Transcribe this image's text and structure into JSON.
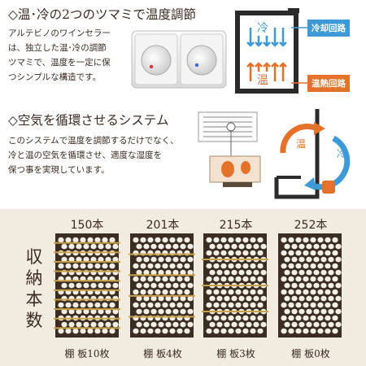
{
  "section1": {
    "heading": "◇温･冷の2つのツマミで温度調節",
    "body": [
      "アルテビノのワインセラー",
      "は、独立した温･冷の調節",
      "ツマミで、温度を一定に保",
      "つシンプルな構造です。"
    ],
    "diagram": {
      "cold_word": "冷",
      "warm_word": "温",
      "cold_label": "冷却回路",
      "warm_label": "温熱回路"
    }
  },
  "section2": {
    "heading": "◇空気を循環させるシステム",
    "body": [
      "このシステムで温度を調節するだけでなく、",
      "冷と温の空気を循環させ、適度な湿度を",
      "保つ事を実現しています。"
    ],
    "diagram": {
      "warm_word": "温",
      "cold_word": "冷"
    }
  },
  "capacity": {
    "side_label": [
      "収",
      "納",
      "本",
      "数"
    ],
    "racks": [
      {
        "count": "150本",
        "shelves": "棚 板10枚",
        "shelf_count": 10
      },
      {
        "count": "201本",
        "shelves": "棚 板4枚",
        "shelf_count": 4
      },
      {
        "count": "215本",
        "shelves": "棚 板3枚",
        "shelf_count": 3
      },
      {
        "count": "252本",
        "shelves": "棚 板0枚",
        "shelf_count": 0
      }
    ]
  },
  "colors": {
    "cold": "#3d9ad6",
    "warm": "#e5722a",
    "rack_bg": "#3b2d22",
    "bottle": "#f4efe6",
    "shelf": "#c9a24a"
  }
}
